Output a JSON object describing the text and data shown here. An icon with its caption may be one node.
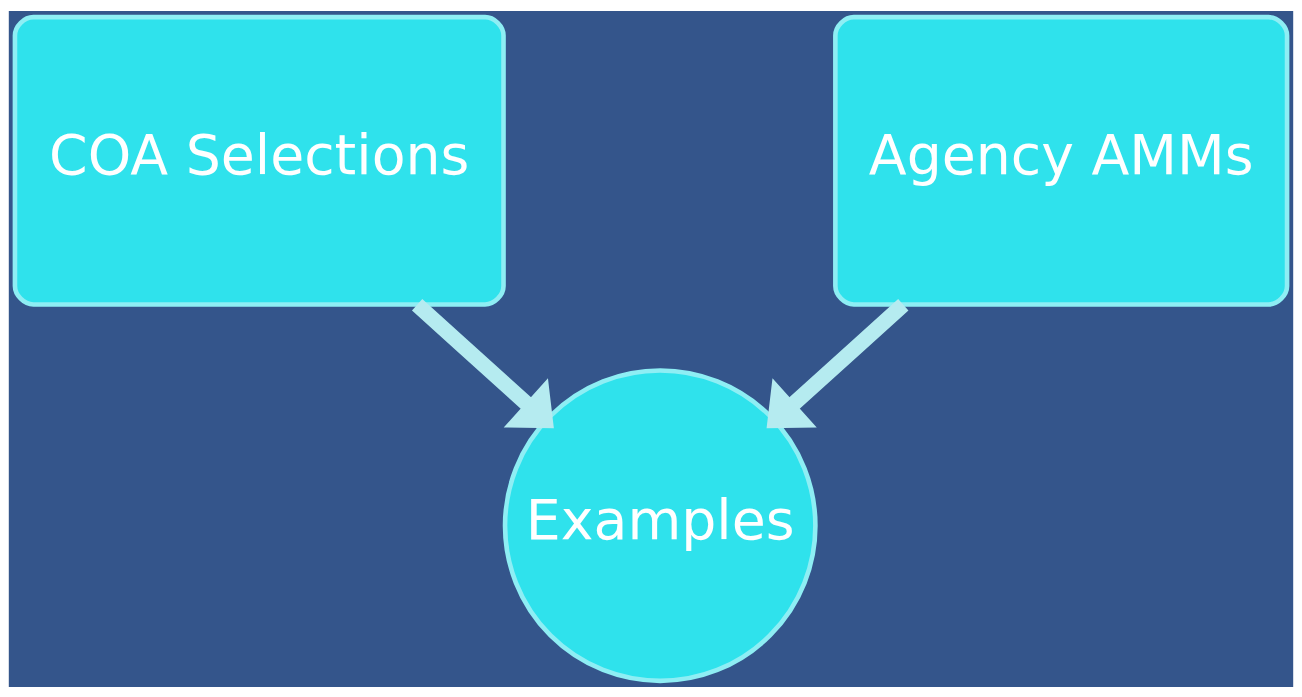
{
  "diagram": {
    "nodes": [
      {
        "text": [
          "COA Selections"
        ]
      },
      {
        "text": [
          "Agency AMMs"
        ]
      },
      {
        "text": [
          "Examples"
        ]
      }
    ],
    "edges": [
      {
        "from": 0,
        "to": 2,
        "arrow": "to"
      },
      {
        "from": 1,
        "to": 2,
        "arrow": "to"
      }
    ]
  }
}
